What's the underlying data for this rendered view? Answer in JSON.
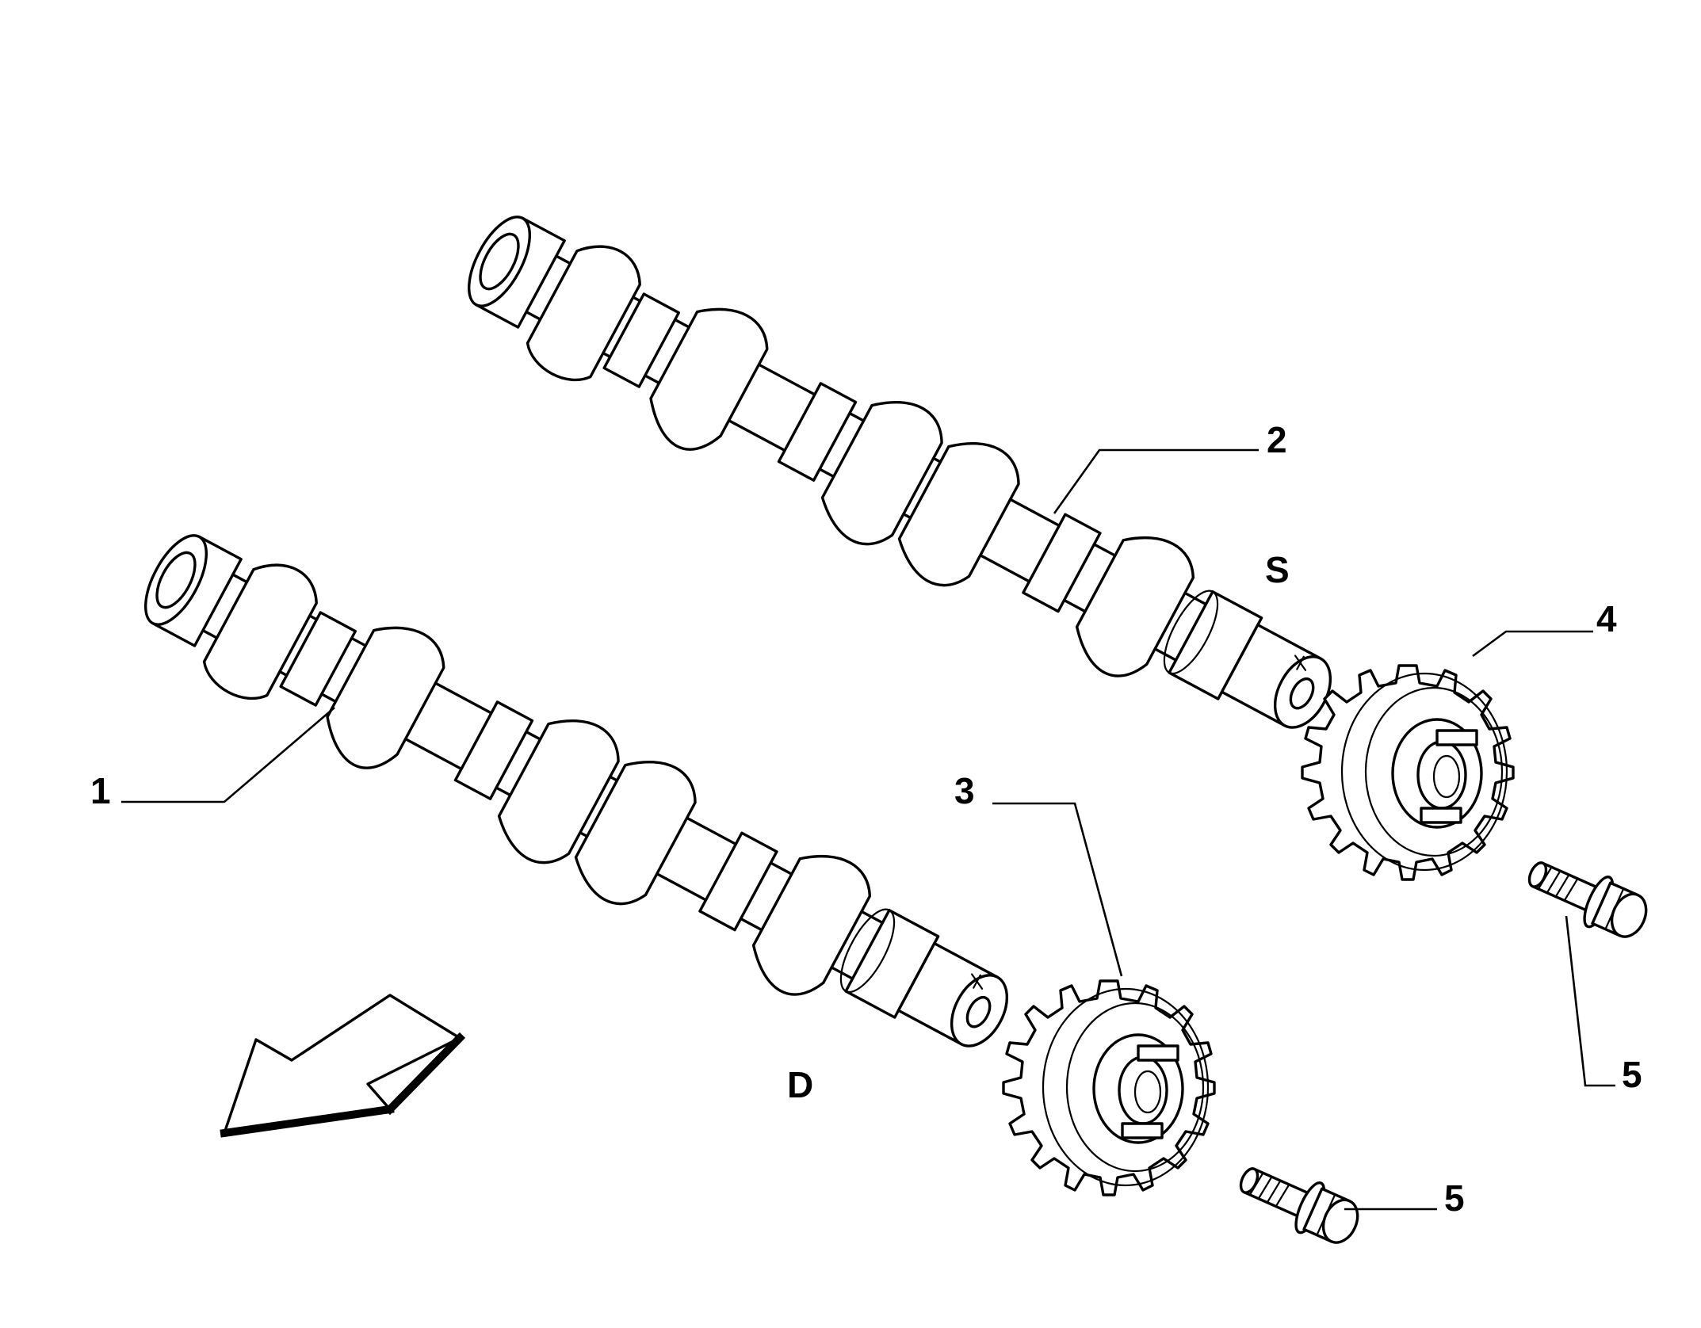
{
  "callouts": {
    "c1": "1",
    "c2": "2",
    "c3": "3",
    "c4": "4",
    "c5a": "5",
    "c5b": "5"
  },
  "side_labels": {
    "s": "S",
    "d": "D"
  },
  "icons": {
    "direction": "direction-arrow-icon"
  },
  "colors": {
    "line": "#000000",
    "background": "#ffffff"
  }
}
